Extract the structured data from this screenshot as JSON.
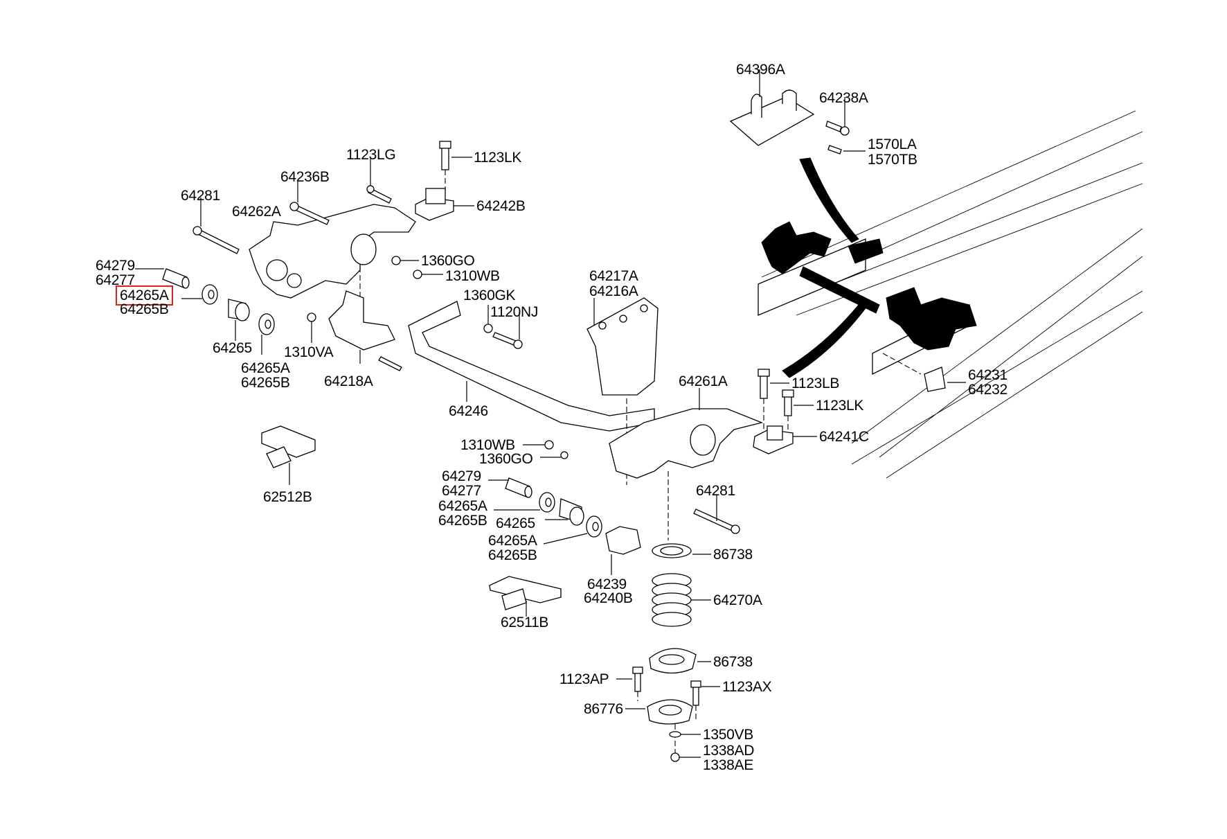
{
  "diagram": {
    "title": "Front suspension / crossmember parts diagram",
    "highlight_color": "#e02020",
    "highlighted_part": "64265A",
    "callouts": [
      {
        "id": "c-64396A",
        "text": "64396A"
      },
      {
        "id": "c-64238A",
        "text": "64238A"
      },
      {
        "id": "c-1570LA",
        "text": "1570LA"
      },
      {
        "id": "c-1570TB",
        "text": "1570TB"
      },
      {
        "id": "c-1123LG",
        "text": "1123LG"
      },
      {
        "id": "c-1123LK-top",
        "text": "1123LK"
      },
      {
        "id": "c-64236B",
        "text": "64236B"
      },
      {
        "id": "c-64242B",
        "text": "64242B"
      },
      {
        "id": "c-64281-top",
        "text": "64281"
      },
      {
        "id": "c-64262A",
        "text": "64262A"
      },
      {
        "id": "c-1360GO-top",
        "text": "1360GO"
      },
      {
        "id": "c-1310WB-top",
        "text": "1310WB"
      },
      {
        "id": "c-64279-top",
        "text": "64279"
      },
      {
        "id": "c-64277-top",
        "text": "64277"
      },
      {
        "id": "c-64265A-left",
        "text": "64265A"
      },
      {
        "id": "c-64265B-left",
        "text": "64265B"
      },
      {
        "id": "c-64265-top",
        "text": "64265"
      },
      {
        "id": "c-64265A-top2",
        "text": "64265A"
      },
      {
        "id": "c-64265B-top2",
        "text": "64265B"
      },
      {
        "id": "c-1310VA",
        "text": "1310VA"
      },
      {
        "id": "c-64218A",
        "text": "64218A"
      },
      {
        "id": "c-1360GK",
        "text": "1360GK"
      },
      {
        "id": "c-1120NJ",
        "text": "1120NJ"
      },
      {
        "id": "c-64217A",
        "text": "64217A"
      },
      {
        "id": "c-64216A",
        "text": "64216A"
      },
      {
        "id": "c-64246",
        "text": "64246"
      },
      {
        "id": "c-64261A",
        "text": "64261A"
      },
      {
        "id": "c-1123LB",
        "text": "1123LB"
      },
      {
        "id": "c-1123LK-right",
        "text": "1123LK"
      },
      {
        "id": "c-64241C",
        "text": "64241C"
      },
      {
        "id": "c-64231",
        "text": "64231"
      },
      {
        "id": "c-64232",
        "text": "64232"
      },
      {
        "id": "c-62512B",
        "text": "62512B"
      },
      {
        "id": "c-1310WB-mid",
        "text": "1310WB"
      },
      {
        "id": "c-1360GO-mid",
        "text": "1360GO"
      },
      {
        "id": "c-64279-bot",
        "text": "64279"
      },
      {
        "id": "c-64277-bot",
        "text": "64277"
      },
      {
        "id": "c-64265A-bot1",
        "text": "64265A"
      },
      {
        "id": "c-64265B-bot1",
        "text": "64265B"
      },
      {
        "id": "c-64265-bot",
        "text": "64265"
      },
      {
        "id": "c-64265A-bot2",
        "text": "64265A"
      },
      {
        "id": "c-64265B-bot2",
        "text": "64265B"
      },
      {
        "id": "c-64281-bot",
        "text": "64281"
      },
      {
        "id": "c-86738-top",
        "text": "86738"
      },
      {
        "id": "c-64239",
        "text": "64239"
      },
      {
        "id": "c-64240B",
        "text": "64240B"
      },
      {
        "id": "c-64270A",
        "text": "64270A"
      },
      {
        "id": "c-62511B",
        "text": "62511B"
      },
      {
        "id": "c-86738-bot",
        "text": "86738"
      },
      {
        "id": "c-1123AP",
        "text": "1123AP"
      },
      {
        "id": "c-1123AX",
        "text": "1123AX"
      },
      {
        "id": "c-86776",
        "text": "86776"
      },
      {
        "id": "c-1350VB",
        "text": "1350VB"
      },
      {
        "id": "c-1338AD",
        "text": "1338AD"
      },
      {
        "id": "c-1338AE",
        "text": "1338AE"
      }
    ]
  }
}
